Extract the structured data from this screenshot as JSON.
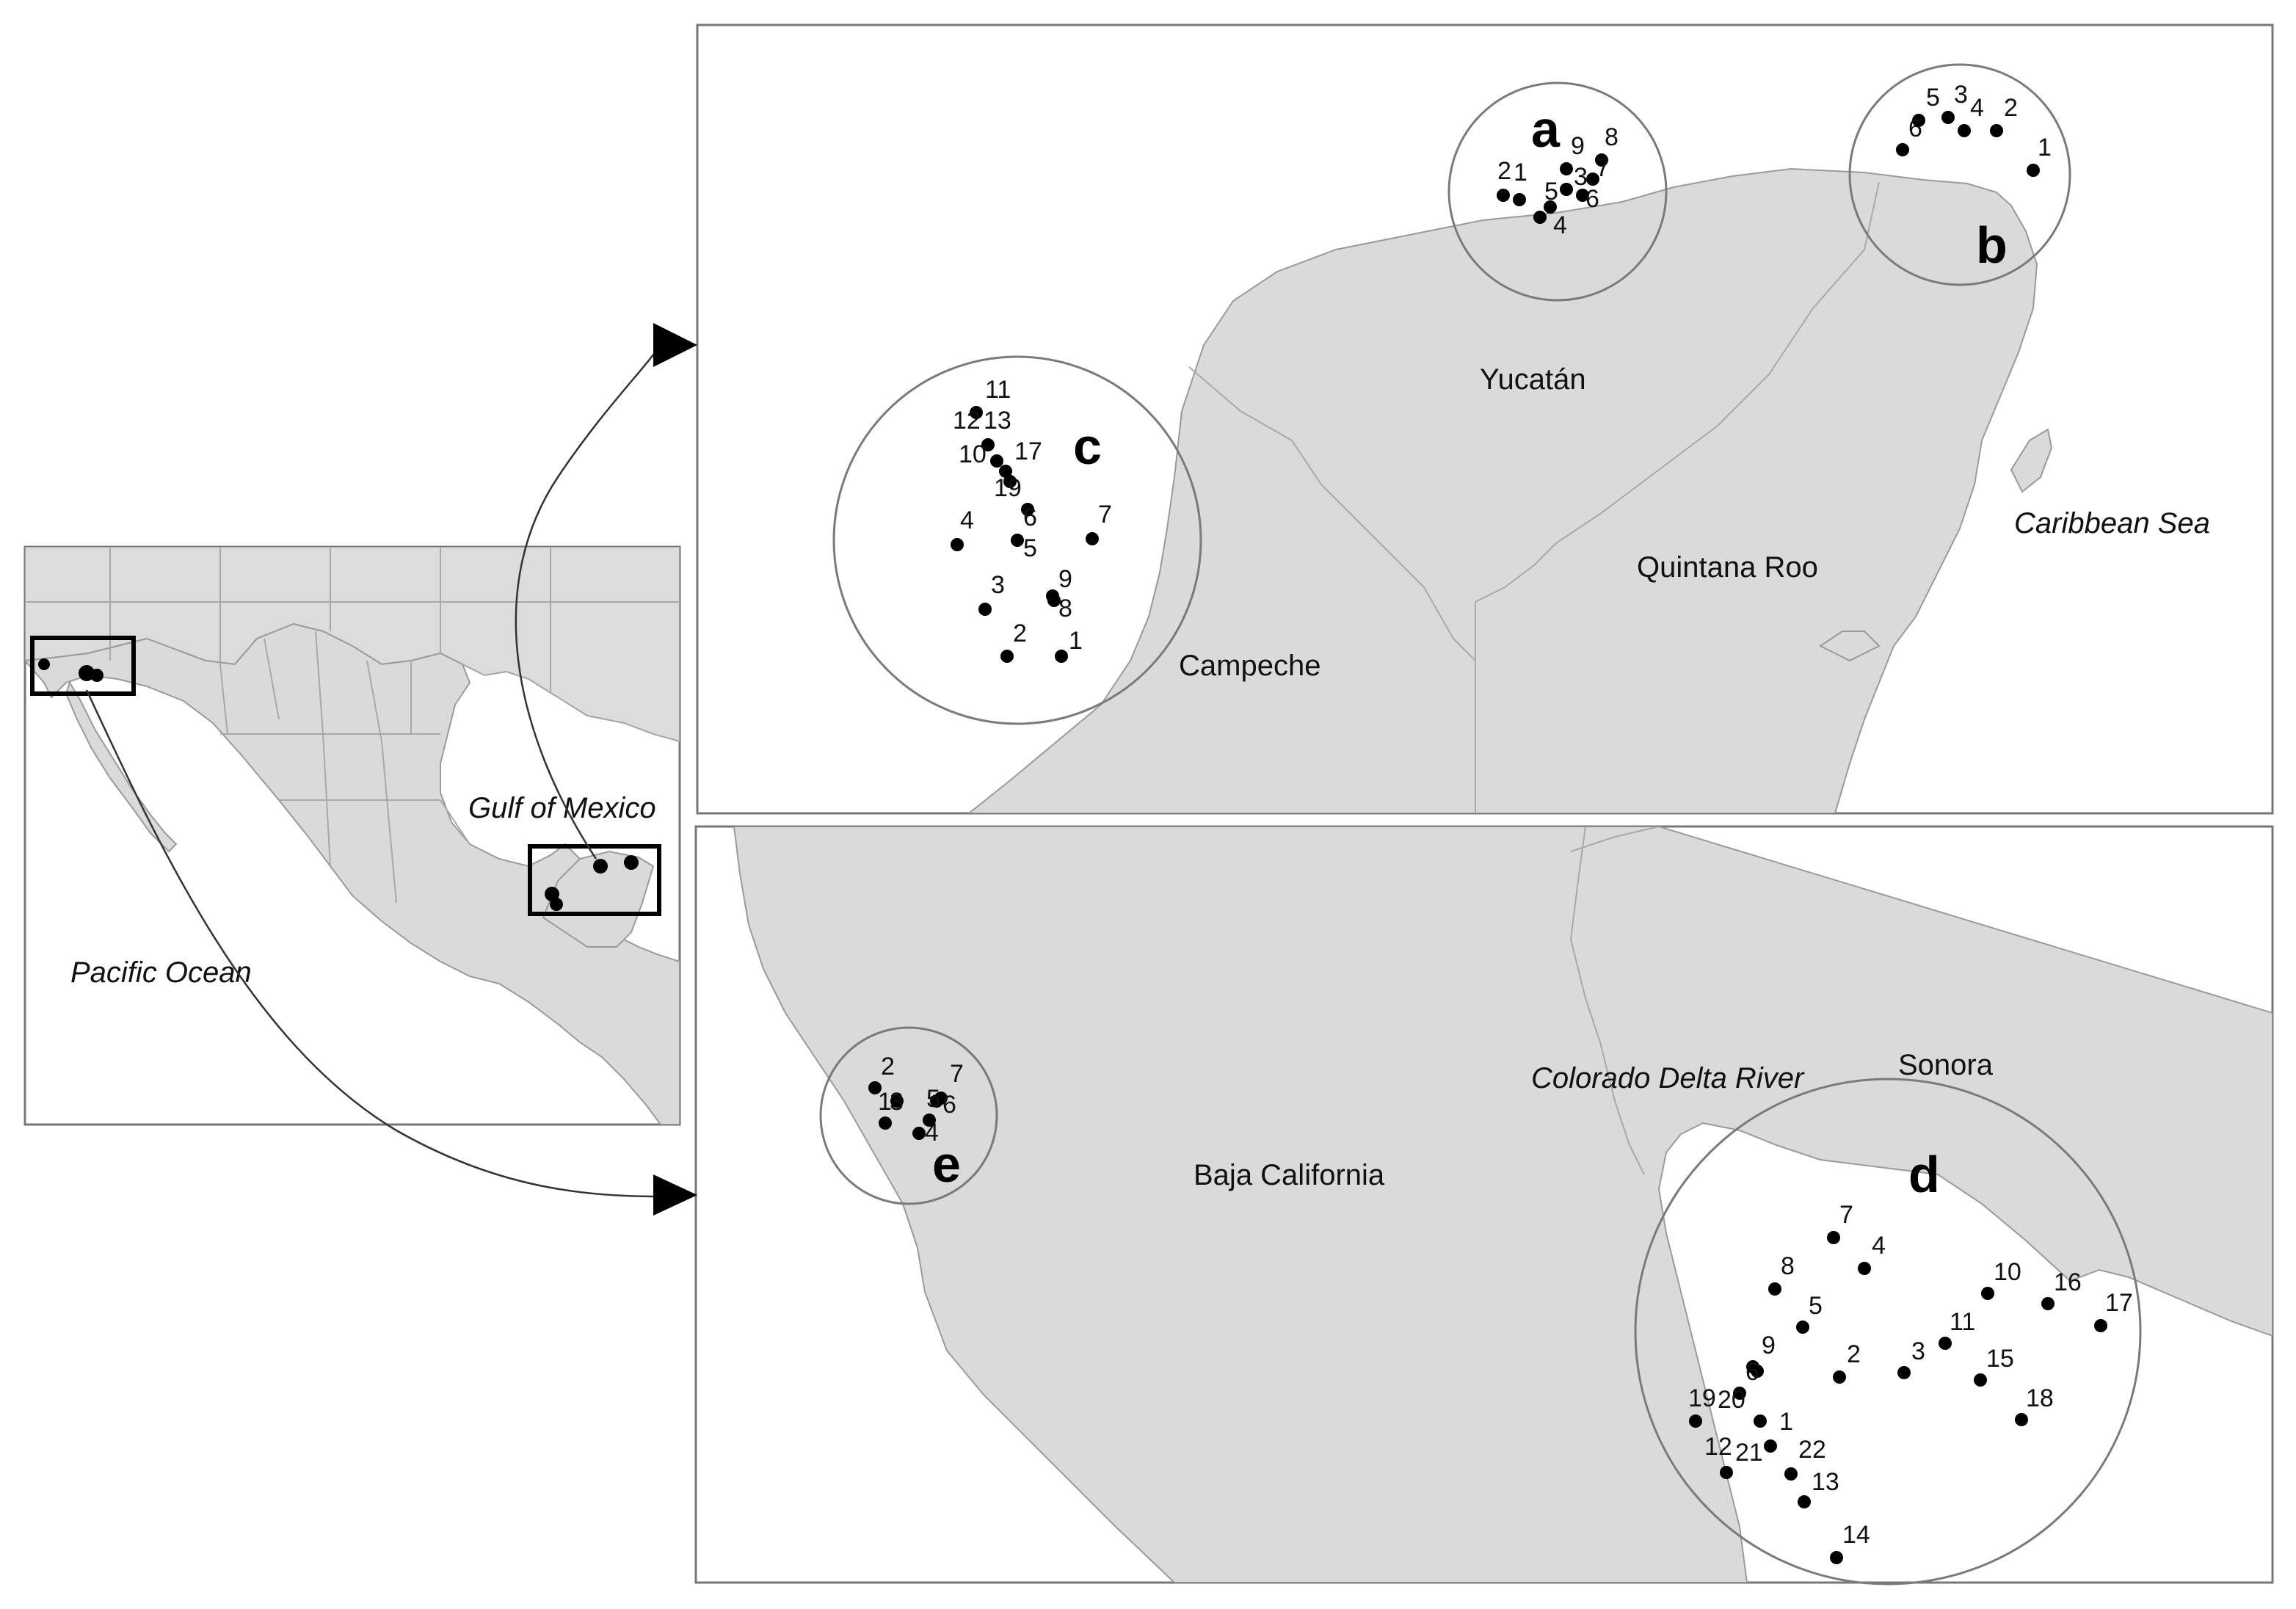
{
  "overview_map": {
    "seas": [
      {
        "key": "gulf",
        "label": "Gulf of Mexico"
      },
      {
        "key": "pacific",
        "label": "Pacific Ocean"
      }
    ]
  },
  "top_panel": {
    "regions": [
      {
        "key": "yucatan",
        "label": "Yucatán"
      },
      {
        "key": "quintana_roo",
        "label": "Quintana Roo"
      },
      {
        "key": "campeche",
        "label": "Campeche"
      }
    ],
    "seas": [
      {
        "key": "caribbean",
        "label": "Caribbean Sea"
      }
    ],
    "clusters": [
      {
        "letter": "a",
        "sites": [
          "1",
          "2",
          "3",
          "4",
          "5",
          "6",
          "7",
          "8",
          "9"
        ]
      },
      {
        "letter": "b",
        "sites": [
          "1",
          "2",
          "3",
          "4",
          "5",
          "6"
        ]
      },
      {
        "letter": "c",
        "sites": [
          "1",
          "2",
          "3",
          "4",
          "5",
          "6",
          "7",
          "8",
          "9",
          "10",
          "11",
          "12",
          "13",
          "17",
          "19"
        ]
      }
    ]
  },
  "bottom_panel": {
    "regions": [
      {
        "key": "baja",
        "label": "Baja California"
      },
      {
        "key": "sonora",
        "label": "Sonora"
      }
    ],
    "seas": [
      {
        "key": "colorado",
        "label": "Colorado Delta River"
      }
    ],
    "clusters": [
      {
        "letter": "d",
        "sites": [
          "1",
          "2",
          "3",
          "4",
          "5",
          "6",
          "7",
          "8",
          "9",
          "10",
          "11",
          "12",
          "13",
          "14",
          "15",
          "16",
          "17",
          "18",
          "19",
          "20",
          "21",
          "22"
        ]
      },
      {
        "letter": "e",
        "sites": [
          "1",
          "2",
          "3",
          "4",
          "5",
          "6",
          "7"
        ]
      }
    ]
  }
}
